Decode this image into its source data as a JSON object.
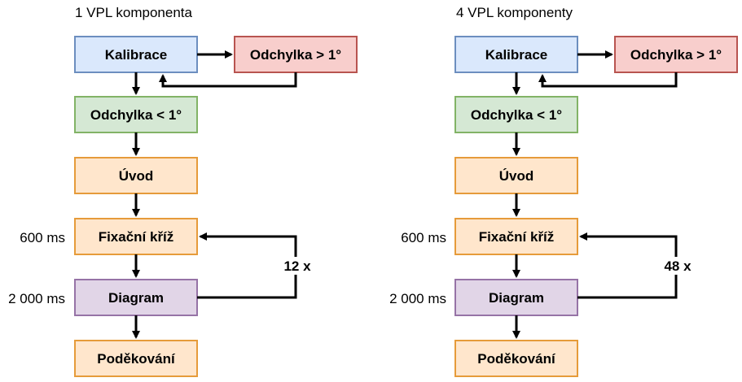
{
  "panels": [
    {
      "title": "1 VPL komponenta",
      "nodes": {
        "kalibrace": "Kalibrace",
        "odchylka_vetsi": "Odchylka > 1°",
        "odchylka_mensi": "Odchylka < 1°",
        "uvod": "Úvod",
        "fixacni_kriz": "Fixační kříž",
        "diagram": "Diagram",
        "podekovani": "Poděkování"
      },
      "durations": {
        "fixacni_kriz": "600 ms",
        "diagram": "2 000 ms"
      },
      "repeat": "12 x"
    },
    {
      "title": "4 VPL komponenty",
      "nodes": {
        "kalibrace": "Kalibrace",
        "odchylka_vetsi": "Odchylka > 1°",
        "odchylka_mensi": "Odchylka < 1°",
        "uvod": "Úvod",
        "fixacni_kriz": "Fixační kříž",
        "diagram": "Diagram",
        "podekovani": "Poděkování"
      },
      "durations": {
        "fixacni_kriz": "600 ms",
        "diagram": "2 000 ms"
      },
      "repeat": "48 x"
    }
  ],
  "colors": {
    "blue_fill": "#dae8fc",
    "blue_stroke": "#6c8ebf",
    "red_fill": "#f8cecc",
    "red_stroke": "#b85450",
    "green_fill": "#d5e8d4",
    "green_stroke": "#82b366",
    "orange_fill": "#ffe6cc",
    "orange_stroke": "#e69b3a",
    "purple_fill": "#e1d5e7",
    "purple_stroke": "#9673a6",
    "edge": "#000000"
  }
}
